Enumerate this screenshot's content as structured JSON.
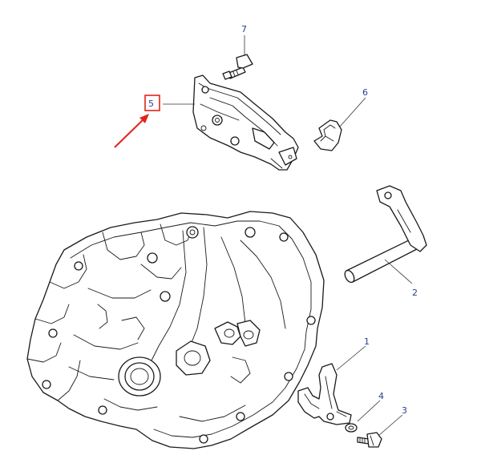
{
  "diagram": {
    "callouts": [
      {
        "id": "c7",
        "label": "7"
      },
      {
        "id": "c6",
        "label": "6"
      },
      {
        "id": "c5",
        "label": "5"
      },
      {
        "id": "c2",
        "label": "2"
      },
      {
        "id": "c1",
        "label": "1"
      },
      {
        "id": "c4",
        "label": "4"
      },
      {
        "id": "c3",
        "label": "3"
      }
    ],
    "highlight": {
      "target_label": "5",
      "color": "#e0241b"
    },
    "colors": {
      "callout_text": "#2a3f8f",
      "line_art": "#1a1a1a",
      "background": "#ffffff"
    }
  }
}
